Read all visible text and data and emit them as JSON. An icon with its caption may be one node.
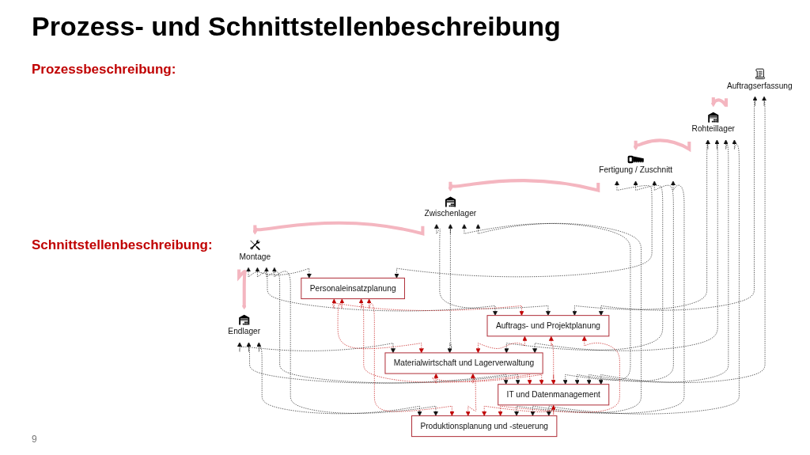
{
  "diagram": {
    "title": "Prozess- und Schnittstellenbeschreibung",
    "nodes": [
      {
        "text": [
          "Auftragserfassung"
        ]
      },
      {
        "text": [
          "Rohteillager"
        ]
      },
      {
        "text": [
          "Fertigung / Zuschnitt"
        ]
      },
      {
        "text": [
          "Zwischenlager"
        ]
      },
      {
        "text": [
          "Montage"
        ]
      },
      {
        "text": [
          "Endlager"
        ]
      },
      {
        "text": [
          "Personaleinsatzplanung"
        ]
      },
      {
        "text": [
          "Auftrags- und Projektplanung"
        ]
      },
      {
        "text": [
          "Produktionsplanung und -steuerung"
        ]
      },
      {
        "text": [
          "Materialwirtschaft und Lagerverwaltung"
        ]
      },
      {
        "text": [
          "IT und Datenmanagement"
        ]
      }
    ],
    "edges": [
      {
        "from": 0,
        "to": 1,
        "arrow": "to",
        "style": "thick",
        "color": "#f4b6c0"
      },
      {
        "from": 1,
        "to": 2,
        "arrow": "to",
        "style": "thick",
        "color": "#f4b6c0"
      },
      {
        "from": 2,
        "to": 3,
        "arrow": "to",
        "style": "thick",
        "color": "#f4b6c0"
      },
      {
        "from": 3,
        "to": 4,
        "arrow": "to",
        "style": "thick",
        "color": "#f4b6c0"
      },
      {
        "from": 4,
        "to": 5,
        "arrow": "to",
        "style": "thick",
        "color": "#f4b6c0"
      },
      {
        "from": 0,
        "to": 7,
        "arrow": "both",
        "style": "dashed"
      },
      {
        "from": 0,
        "to": 10,
        "arrow": "both",
        "style": "dashed"
      },
      {
        "from": 1,
        "to": 7,
        "arrow": "both",
        "style": "dashed"
      },
      {
        "from": 1,
        "to": 9,
        "arrow": "both",
        "style": "dashed"
      },
      {
        "from": 1,
        "to": 10,
        "arrow": "both",
        "style": "dashed"
      },
      {
        "from": 1,
        "to": 8,
        "arrow": "both",
        "style": "dashed"
      },
      {
        "from": 2,
        "to": 6,
        "arrow": "both",
        "style": "dashed"
      },
      {
        "from": 2,
        "to": 9,
        "arrow": "both",
        "style": "dashed"
      },
      {
        "from": 2,
        "to": 10,
        "arrow": "both",
        "style": "dashed"
      },
      {
        "from": 2,
        "to": 8,
        "arrow": "both",
        "style": "dashed"
      },
      {
        "from": 3,
        "to": 7,
        "arrow": "both",
        "style": "dashed"
      },
      {
        "from": 3,
        "to": 9,
        "arrow": "both",
        "style": "dashed"
      },
      {
        "from": 3,
        "to": 10,
        "arrow": "both",
        "style": "dashed"
      },
      {
        "from": 3,
        "to": 8,
        "arrow": "both",
        "style": "dashed"
      },
      {
        "from": 4,
        "to": 6,
        "arrow": "both",
        "style": "dashed"
      },
      {
        "from": 4,
        "to": 7,
        "arrow": "both",
        "style": "dashed"
      },
      {
        "from": 4,
        "to": 10,
        "arrow": "both",
        "style": "dashed"
      },
      {
        "from": 4,
        "to": 8,
        "arrow": "both",
        "style": "dashed"
      },
      {
        "from": 5,
        "to": 9,
        "arrow": "both",
        "style": "dashed"
      },
      {
        "from": 5,
        "to": 10,
        "arrow": "both",
        "style": "dashed"
      },
      {
        "from": 5,
        "to": 8,
        "arrow": "both",
        "style": "dashed"
      },
      {
        "from": 6,
        "to": 7,
        "arrow": "both",
        "style": "dashed",
        "color": "#c00000"
      },
      {
        "from": 6,
        "to": 9,
        "arrow": "both",
        "style": "dashed",
        "color": "#c00000"
      },
      {
        "from": 6,
        "to": 10,
        "arrow": "both",
        "style": "dashed",
        "color": "#c00000"
      },
      {
        "from": 6,
        "to": 8,
        "arrow": "both",
        "style": "dashed",
        "color": "#c00000"
      },
      {
        "from": 7,
        "to": 9,
        "arrow": "both",
        "style": "dashed",
        "color": "#c00000"
      },
      {
        "from": 7,
        "to": 10,
        "arrow": "both",
        "style": "dashed",
        "color": "#c00000"
      },
      {
        "from": 7,
        "to": 8,
        "arrow": "both",
        "style": "dashed",
        "color": "#c00000"
      },
      {
        "from": 9,
        "to": 10,
        "arrow": "both",
        "style": "dashed",
        "color": "#c00000"
      },
      {
        "from": 9,
        "to": 8,
        "arrow": "both",
        "style": "dashed",
        "color": "#c00000"
      },
      {
        "from": 10,
        "to": 8,
        "arrow": "both",
        "style": "dashed",
        "color": "#c00000"
      }
    ],
    "labels": [
      "Prozessbeschreibung:",
      "Schnittstellenbeschreibung:",
      "9"
    ]
  }
}
